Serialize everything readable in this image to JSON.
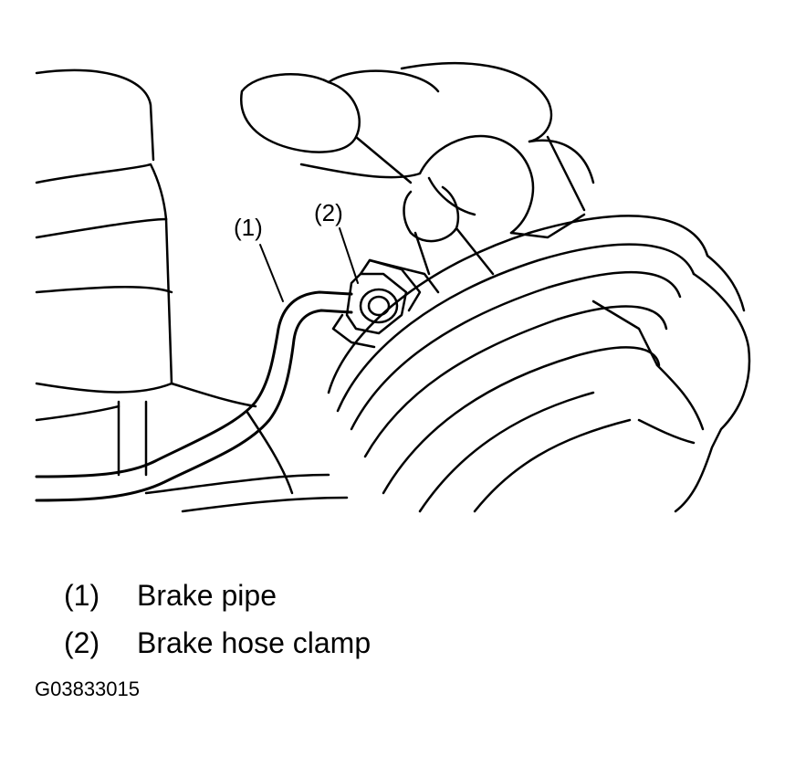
{
  "callouts": {
    "pipe": "(1)",
    "clamp": "(2)"
  },
  "legend": [
    {
      "num": "(1)",
      "label": "Brake pipe"
    },
    {
      "num": "(2)",
      "label": "Brake hose clamp"
    }
  ],
  "figure_code": "G03833015"
}
